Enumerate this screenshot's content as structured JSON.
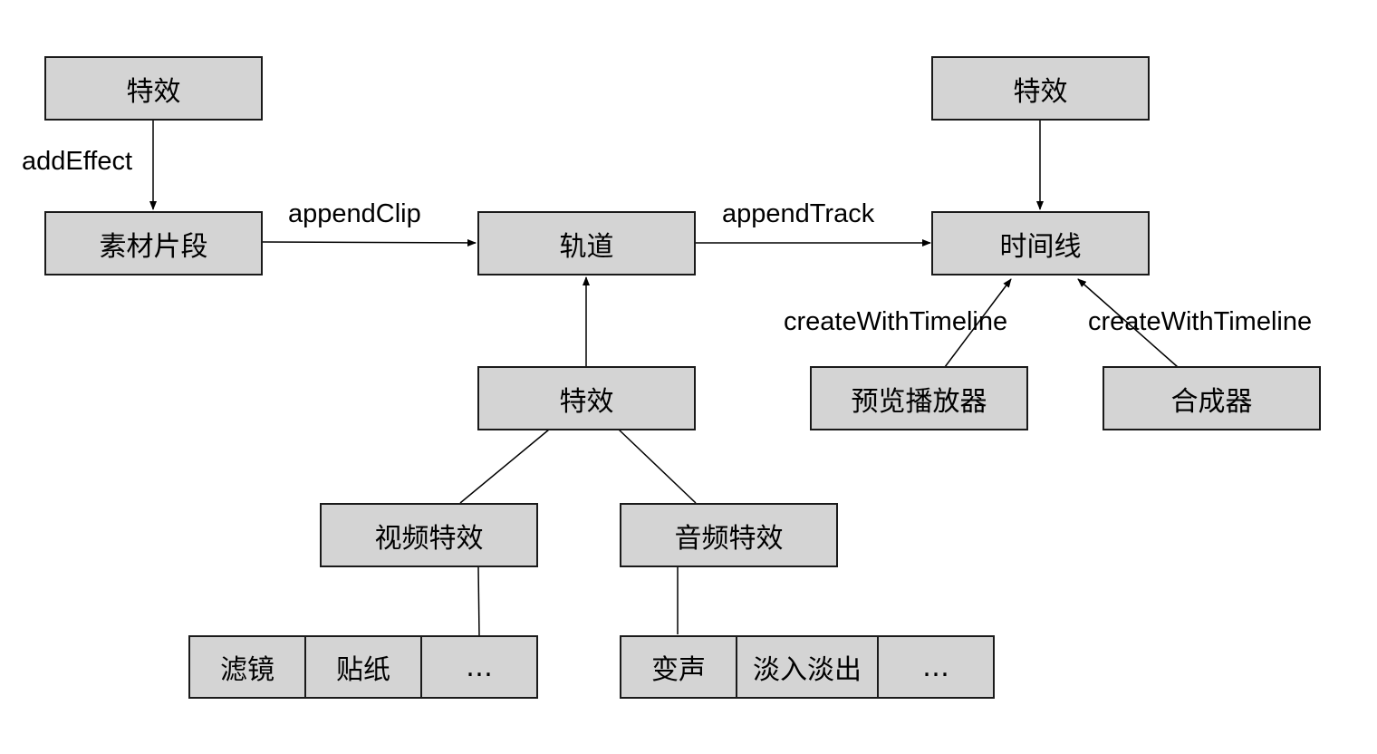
{
  "colors": {
    "node_fill": "#d4d4d4",
    "node_border": "#1a1a1a",
    "edge": "#000000",
    "background": "#ffffff"
  },
  "nodes": {
    "effect_top_left": "特效",
    "clip": "素材片段",
    "track": "轨道",
    "timeline": "时间线",
    "effect_top_right": "特效",
    "effect_mid": "特效",
    "preview_player": "预览播放器",
    "compositor": "合成器",
    "video_effect": "视频特效",
    "audio_effect": "音频特效"
  },
  "video_effect_children": [
    "滤镜",
    "贴纸",
    "…"
  ],
  "audio_effect_children": [
    "变声",
    "淡入淡出",
    "…"
  ],
  "edge_labels": {
    "add_effect": "addEffect",
    "append_clip": "appendClip",
    "append_track": "appendTrack",
    "create_preview": "createWithTimeline",
    "create_compositor": "createWithTimeline"
  }
}
